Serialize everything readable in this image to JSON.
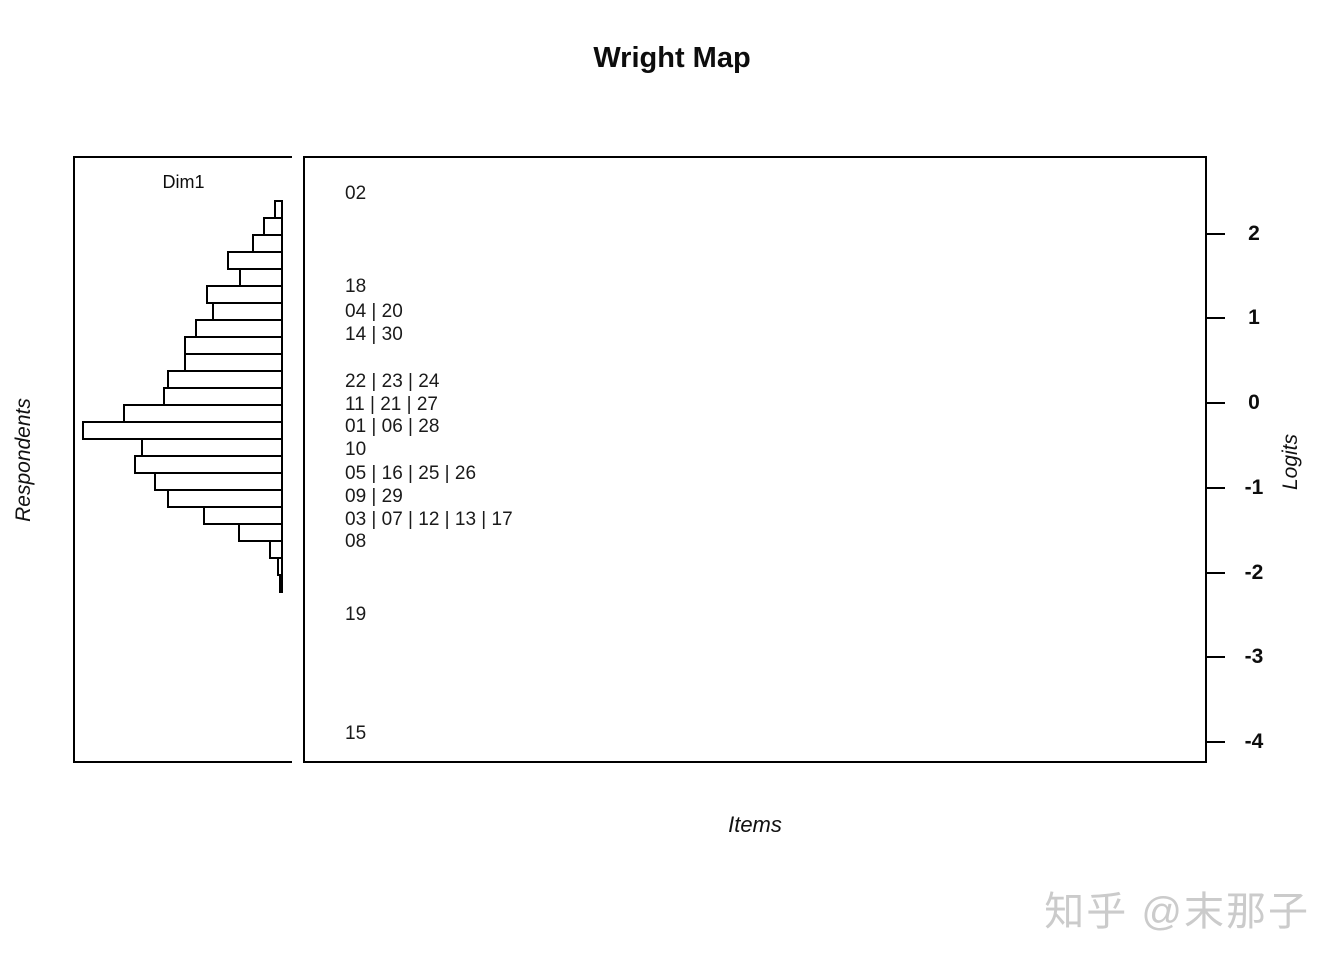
{
  "chart": {
    "title": "Wright Map",
    "left_axis_label": "Respondents",
    "right_axis_label": "Logits",
    "bottom_axis_label": "Items",
    "dimension_label": "Dim1"
  },
  "watermark": {
    "text": "知乎 @末那子",
    "color": "#cbcbcb"
  },
  "chart_data": {
    "type": "wright-map (person histogram + item map on shared logit scale)",
    "title": "Wright Map",
    "left_panel_title": "Dim1",
    "left_panel_axis_label": "Respondents",
    "bottom_axis_label": "Items",
    "right_axis": {
      "label": "Logits",
      "ticks": [
        2,
        1,
        0,
        -1,
        -2,
        -3,
        -4
      ],
      "visible_range": [
        -4.3,
        2.9
      ],
      "side": "right"
    },
    "items": [
      {
        "labels": [
          "02"
        ],
        "logit": 2.49
      },
      {
        "labels": [
          "18"
        ],
        "logit": 1.39
      },
      {
        "labels": [
          "04",
          "20"
        ],
        "logit": 1.1
      },
      {
        "labels": [
          "14",
          "30"
        ],
        "logit": 0.83
      },
      {
        "labels": [
          "22",
          "23",
          "24"
        ],
        "logit": 0.27
      },
      {
        "labels": [
          "11",
          "21",
          "27"
        ],
        "logit": 0.0
      },
      {
        "labels": [
          "01",
          "06",
          "28"
        ],
        "logit": -0.26
      },
      {
        "labels": [
          "10"
        ],
        "logit": -0.53
      },
      {
        "labels": [
          "05",
          "16",
          "25",
          "26"
        ],
        "logit": -0.81
      },
      {
        "labels": [
          "09",
          "29"
        ],
        "logit": -1.09
      },
      {
        "labels": [
          "03",
          "07",
          "12",
          "13",
          "17"
        ],
        "logit": -1.36
      },
      {
        "labels": [
          "08"
        ],
        "logit": -1.62
      },
      {
        "labels": [
          "19"
        ],
        "logit": -2.48
      },
      {
        "labels": [
          "15"
        ],
        "logit": -3.88
      }
    ],
    "item_label_separator": " | ",
    "person_histogram": {
      "dimension": "Dim1",
      "orientation": "horizontal bars, right-anchored, higher logit at top",
      "bin_width_logits": 0.2,
      "first_bin_top_logit": 2.42,
      "relative_counts_top_to_bottom": [
        9,
        20,
        31,
        56,
        44,
        77,
        71,
        88,
        99,
        99,
        116,
        120,
        160,
        201,
        142,
        149,
        129,
        116,
        80,
        45,
        14,
        6,
        4
      ],
      "bar_fill": "#ffffff",
      "bar_border": "#000000"
    },
    "grid": false,
    "legend": false
  }
}
